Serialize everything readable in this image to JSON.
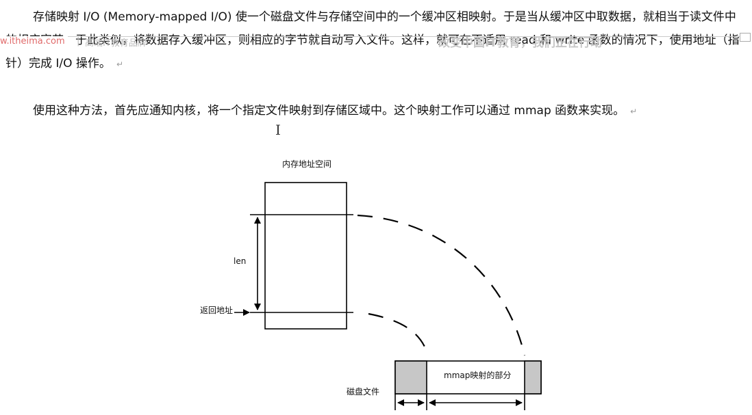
{
  "paragraphs": {
    "p1": "存储映射 I/O (Memory-mapped I/O) 使一个磁盘文件与存储空间中的一个缓冲区相映射。于是当从缓冲区中取数据，就相当于读文件中的相应字节。于此类似，将数据存入缓冲区，则相应的字节就自动写入文件。这样，就可在不适用 read 和 write 函数的情况下，使用地址（指针）完成 I/O 操作。",
    "p2": "使用这种方法，首先应通知内核，将一个指定文件映射到存储区域中。这个映射工作可以通过 mmap 函数来实现。",
    "paragraph_mark": "↵"
  },
  "overlay": {
    "url": "w.itheima.com",
    "separator": "|",
    "brand": "高端IT教育品牌",
    "slogan": "改变中国IT教育，我们正在行动"
  },
  "cursor": "I",
  "diagram": {
    "memory_label": "内存地址空间",
    "len_label": "len",
    "return_label": "返回地址",
    "disk_label": "磁盘文件",
    "mapped_label": "mmap映射的部分"
  }
}
